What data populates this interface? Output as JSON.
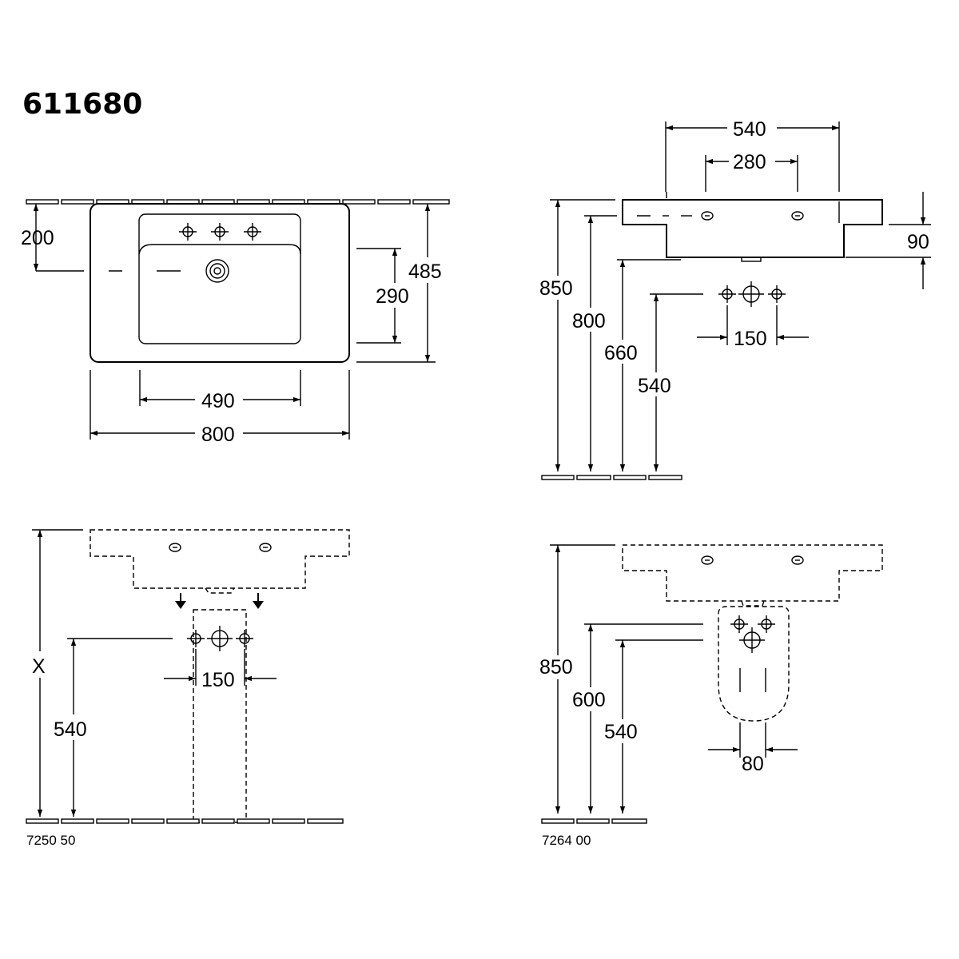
{
  "model_number": "611680",
  "top_view": {
    "dimensions": {
      "overall_width": "800",
      "basin_width": "490",
      "overall_depth": "485",
      "basin_depth": "290",
      "wall_to_overflow": "200"
    }
  },
  "side_view": {
    "dimensions": {
      "depth": "540",
      "tap_hole_spacing": "280",
      "rim_thickness": "90",
      "height_to_rim": "850",
      "height_to_underside": "800",
      "height_to_bowl_bottom": "660",
      "supply_height": "540",
      "supply_spacing": "150"
    }
  },
  "pedestal_view": {
    "product_code": "7250 50",
    "dimensions": {
      "height": "X",
      "supply_height": "540",
      "supply_spacing": "150"
    }
  },
  "semi_pedestal_view": {
    "product_code": "7264 00",
    "dimensions": {
      "height_to_rim": "850",
      "upper_supply_height": "600",
      "lower_supply_height": "540",
      "drain_width": "80"
    }
  }
}
